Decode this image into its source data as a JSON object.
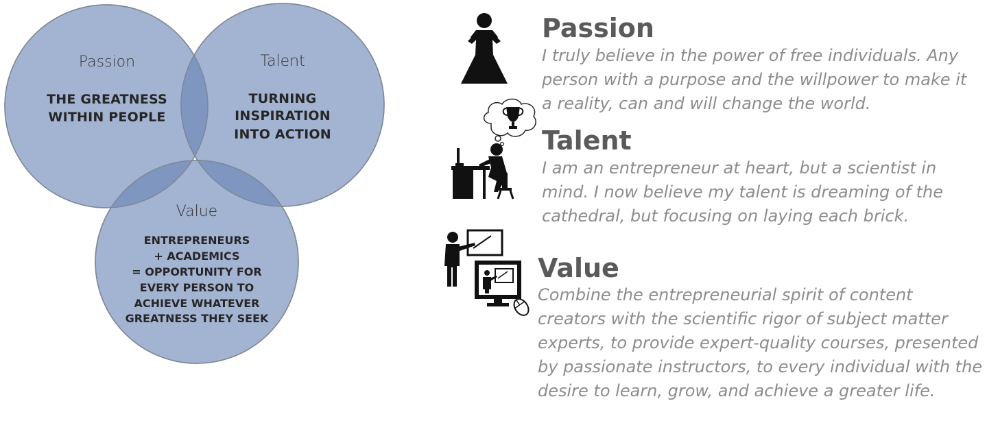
{
  "venn": {
    "colors": {
      "circle_fill": "#a3b4d2",
      "circle_stroke": "#7d8796",
      "overlap_fill": "#7e96c0",
      "triple_fill": "#6f89b8"
    },
    "passion": {
      "title": "Passion",
      "lines": [
        "THE GREATNESS",
        "WITHIN PEOPLE"
      ]
    },
    "talent": {
      "title": "Talent",
      "lines": [
        "TURNING",
        "INSPIRATION",
        "INTO ACTION"
      ]
    },
    "value": {
      "title": "Value",
      "lines": [
        "ENTREPRENEURS",
        "+ ACADEMICS",
        "= OPPORTUNITY FOR",
        "EVERY PERSON TO",
        "ACHIEVE WHATEVER",
        "GREATNESS THEY SEEK"
      ]
    }
  },
  "sections": {
    "passion": {
      "heading": "Passion",
      "text": "I truly believe in the power of free individuals. Any person with a purpose and the willpower to make it a reality, can and will change the world.",
      "icon": "superhero-cape-icon"
    },
    "talent": {
      "heading": "Talent",
      "text": "I am an entrepreneur at heart, but a scientist in mind. I now believe my talent is dreaming of the cathedral, but focusing on laying each brick.",
      "icon": "person-at-desk-dreaming-trophy-icon"
    },
    "value": {
      "heading": "Value",
      "text": "Combine the entrepreneurial spirit of content creators with the scientific rigor of subject matter experts, to provide expert-quality courses, presented by passionate instructors, to every individual with the desire to learn, grow, and achieve a greater life.",
      "icon": "instructor-online-course-icon"
    }
  }
}
